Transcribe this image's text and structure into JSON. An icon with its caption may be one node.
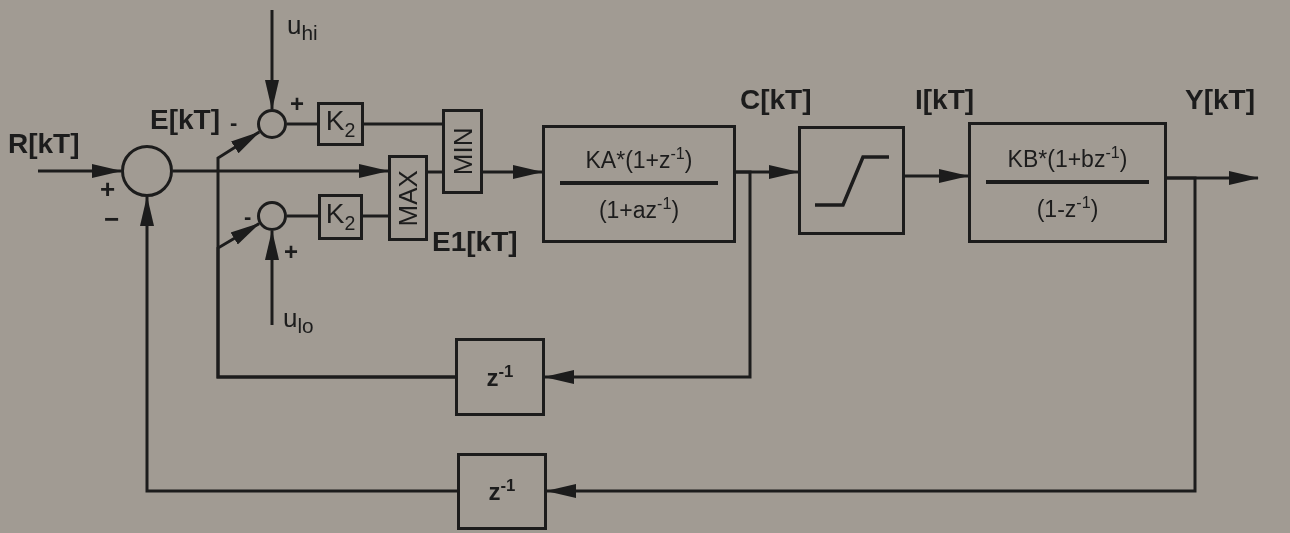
{
  "diagram": {
    "nodes": [
      {
        "text": [],
        "shape": "circle"
      },
      {
        "text": [],
        "shape": "circle"
      },
      {
        "text": [
          "K$_{2}$"
        ]
      },
      {
        "text": [],
        "shape": "circle"
      },
      {
        "text": [
          "K$_{2}$"
        ]
      },
      {
        "text": [
          "MAX"
        ]
      },
      {
        "text": [
          "MIN"
        ]
      },
      {
        "text": [
          "KA*(1+z$^{-1}$)",
          "(1+az$^{-1}$)"
        ]
      },
      {
        "text": [],
        "shape": "box"
      },
      {
        "text": [
          "KB*(1+bz$^{-1}$)",
          "(1-z$^{-1}$)"
        ]
      },
      {
        "text": [
          "z$^{-1}$"
        ]
      },
      {
        "text": [
          "z$^{-1}$"
        ]
      }
    ],
    "edges": [
      {
        "from": null,
        "to": 0,
        "arrow": "to"
      },
      {
        "from": null,
        "to": 1,
        "arrow": "to"
      },
      {
        "from": null,
        "to": 3,
        "arrow": "to"
      },
      {
        "from": 0,
        "to": 5,
        "arrow": "to"
      },
      {
        "from": 10,
        "to": 1,
        "arrow": "to"
      },
      {
        "from": 10,
        "to": 3,
        "arrow": "to"
      },
      {
        "from": 1,
        "to": 2,
        "arrow": "none"
      },
      {
        "from": 2,
        "to": 6,
        "arrow": "none"
      },
      {
        "from": 3,
        "to": 4,
        "arrow": "none"
      },
      {
        "from": 4,
        "to": 5,
        "arrow": "none"
      },
      {
        "from": 5,
        "to": 6,
        "arrow": "none"
      },
      {
        "from": 6,
        "to": 7,
        "arrow": "to"
      },
      {
        "from": 7,
        "to": 8,
        "arrow": "to"
      },
      {
        "from": 7,
        "to": 10,
        "arrow": "to"
      },
      {
        "from": 8,
        "to": 9,
        "arrow": "to"
      },
      {
        "from": 9,
        "to": null,
        "arrow": "to"
      },
      {
        "from": 9,
        "to": 11,
        "arrow": "to"
      },
      {
        "from": 11,
        "to": 0,
        "arrow": "to"
      }
    ],
    "labels": [
      "u$_{hi}$",
      "C[kT]",
      "I[kT]",
      "Y[kT]",
      "+",
      "E[kT]",
      "-",
      "R[kT]",
      "+",
      "-",
      "−",
      "E1[kT]",
      "+",
      "u$_{lo}$"
    ]
  }
}
